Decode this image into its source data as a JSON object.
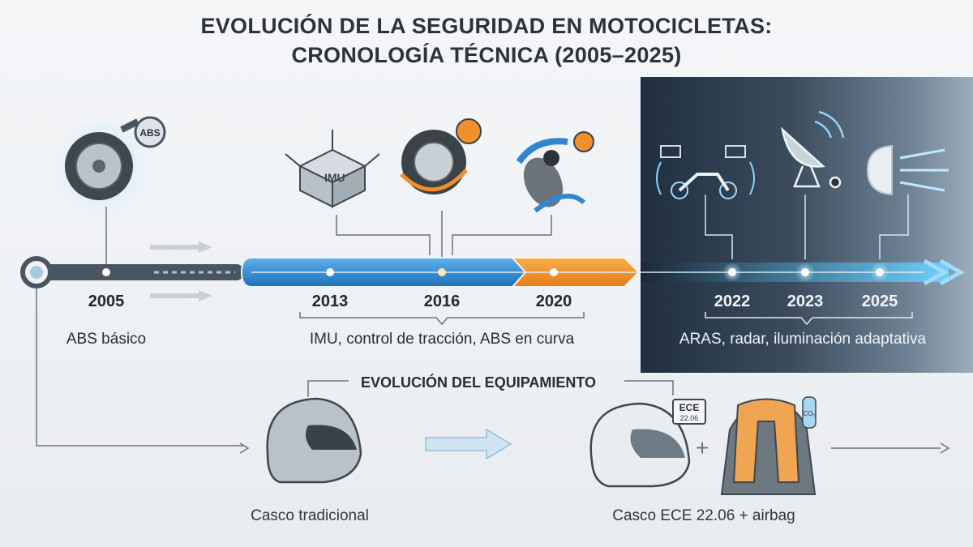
{
  "title": {
    "line1": "EVOLUCIÓN DE LA SEGURIDAD EN MOTOCICLETAS:",
    "line2": "CRONOLOGÍA TÉCNICA (2005–2025)"
  },
  "timeline": {
    "years": [
      "2005",
      "2013",
      "2016",
      "2020",
      "2022",
      "2023",
      "2025"
    ],
    "groups": [
      {
        "label": "ABS básico",
        "icons": [
          "abs-brake-wheel-icon"
        ]
      },
      {
        "label": "IMU, control de tracción, ABS en curva",
        "icons": [
          "imu-sensor-icon",
          "traction-control-tire-icon",
          "cornering-abs-rider-icon"
        ]
      },
      {
        "label": "ARAS, radar, iluminación adaptativa",
        "icons": [
          "aras-motorcycle-icon",
          "radar-dish-icon",
          "adaptive-headlight-icon"
        ]
      }
    ],
    "icon_text": {
      "abs": "ABS",
      "imu": "IMU"
    },
    "colors": {
      "early": "#4a5560",
      "blue": "#2f86cf",
      "orange": "#f0902a",
      "dark": "#1f2f3f"
    }
  },
  "equipment": {
    "title": "EVOLUCIÓN DEL EQUIPAMIENTO",
    "items": [
      {
        "caption": "Casco tradicional"
      },
      {
        "caption": "Casco ECE 22.06 + airbag",
        "badge_line1": "ECE",
        "badge_line2": "22.06",
        "tank": "CO₂"
      }
    ]
  }
}
